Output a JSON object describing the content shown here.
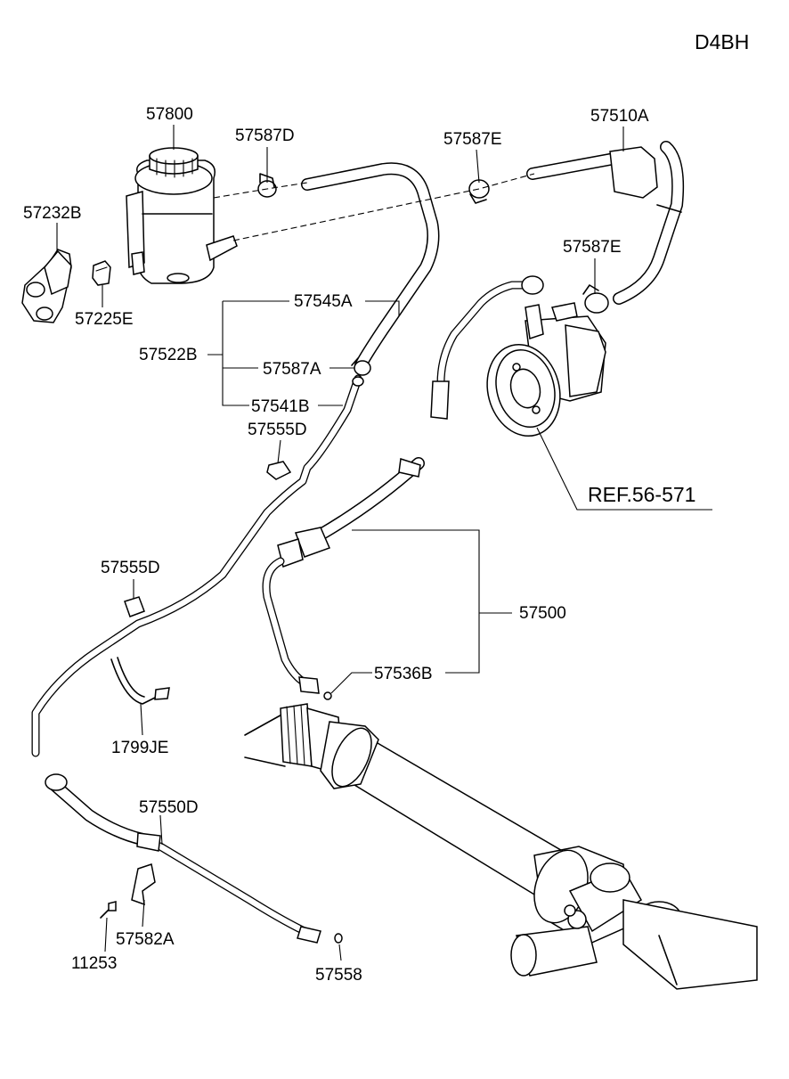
{
  "diagram_code": "D4BH",
  "labels": {
    "l57800": "57800",
    "l57587D": "57587D",
    "l57587E_top": "57587E",
    "l57510A": "57510A",
    "l57232B": "57232B",
    "l57225E": "57225E",
    "l57587E_pump": "57587E",
    "l57545A": "57545A",
    "l57522B": "57522B",
    "l57587A": "57587A",
    "l57541B": "57541B",
    "l57555D_a": "57555D",
    "l57555D_b": "57555D",
    "ref": "REF.56-571",
    "l57500": "57500",
    "l57536B": "57536B",
    "l1799JE": "1799JE",
    "l57550D": "57550D",
    "l57582A": "57582A",
    "l11253": "11253",
    "l57558": "57558"
  }
}
